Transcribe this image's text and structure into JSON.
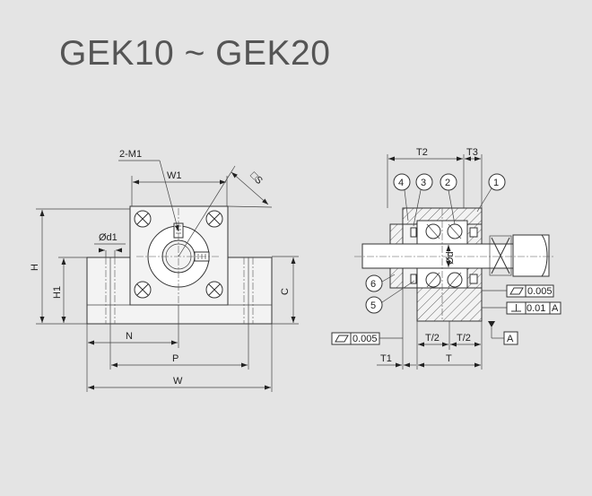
{
  "title": "GEK10 ~ GEK20",
  "front_view": {
    "labels": {
      "hole_callout": "2-M1",
      "w1": "W1",
      "s": "□S",
      "d1": "Ød1",
      "h": "H",
      "h1": "H1",
      "c": "C",
      "n": "N",
      "p": "P",
      "w": "W"
    }
  },
  "section_view": {
    "labels": {
      "t2": "T2",
      "t3": "T3",
      "d": "Ød",
      "t_half_1": "T/2",
      "t_half_2": "T/2",
      "t1": "T1",
      "t": "T",
      "datum": "A"
    },
    "balloons": [
      "1",
      "2",
      "3",
      "4",
      "5",
      "6"
    ],
    "tolerances": {
      "parallel_top": "0.005",
      "perpendicular": "0.01",
      "perpendicular_datum": "A",
      "parallel_left": "0.005"
    }
  }
}
